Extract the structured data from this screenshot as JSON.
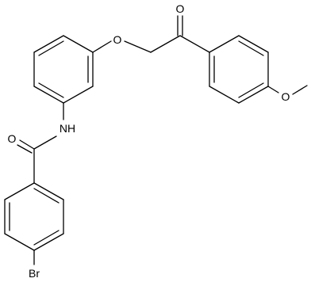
{
  "molecule": {
    "atoms": {
      "o_ether": "O",
      "o_ketone": "O",
      "o_methoxy": "O",
      "o_amide": "O",
      "nh": "NH",
      "br": "Br"
    }
  }
}
